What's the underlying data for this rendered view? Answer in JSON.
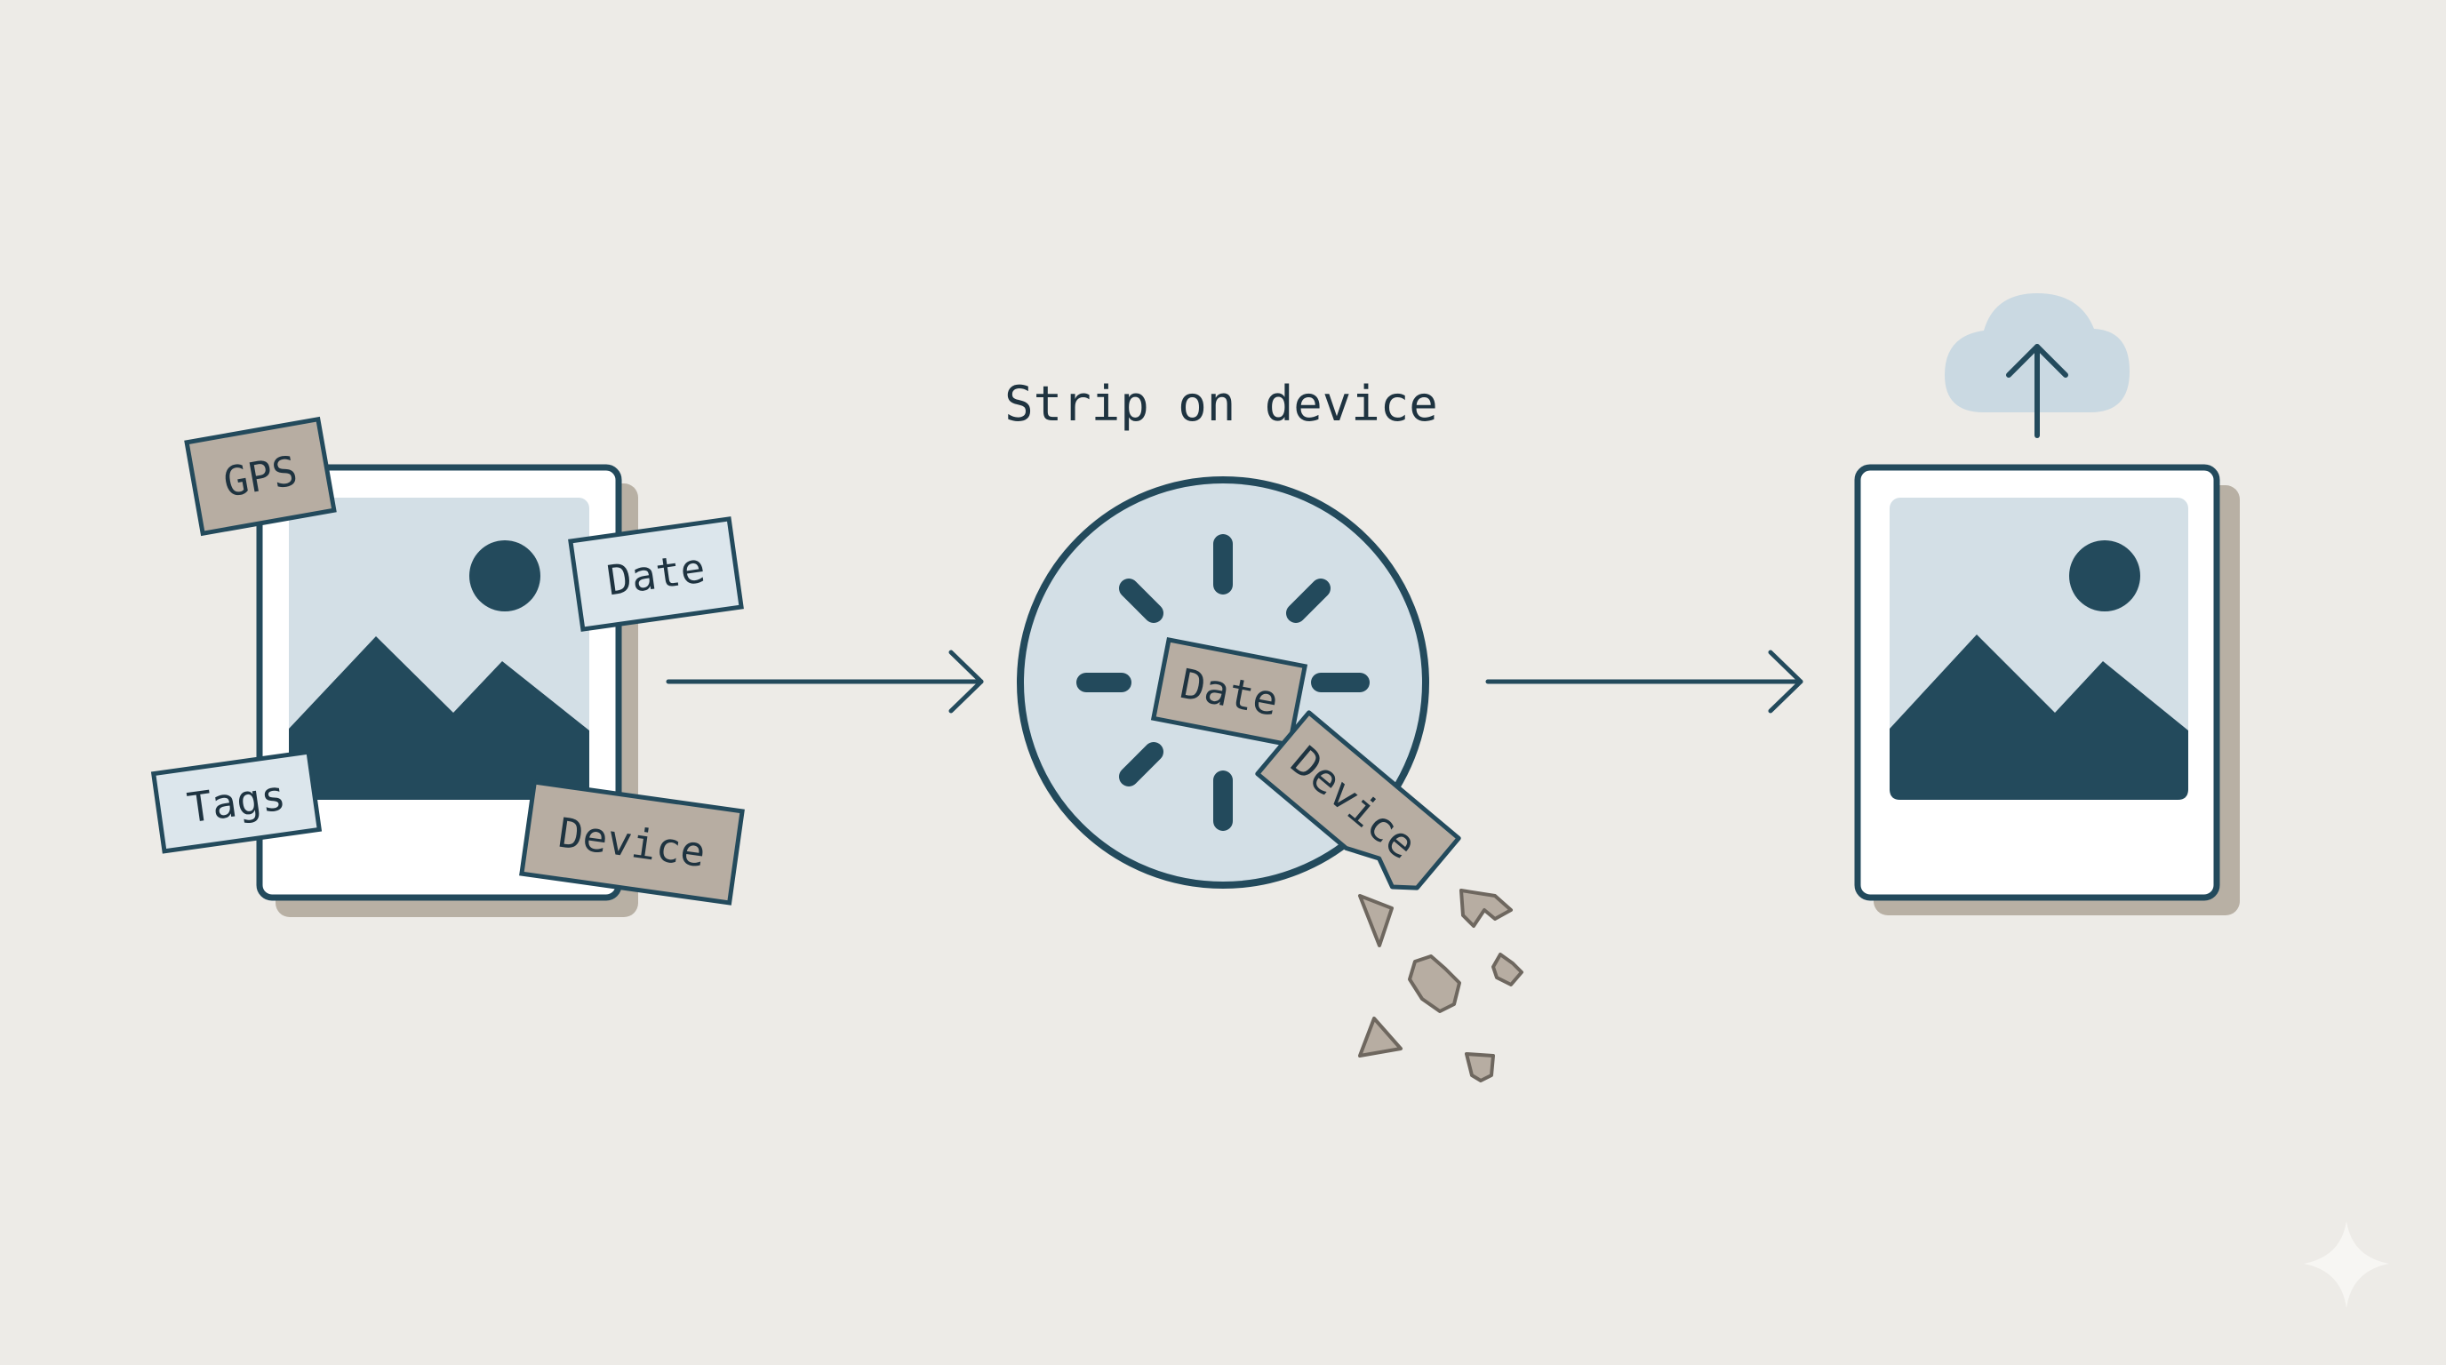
{
  "caption": "Strip on device",
  "tags": {
    "gps": "GPS",
    "date": "Date",
    "tags": "Tags",
    "device": "Device",
    "stripped_date": "Date",
    "stripped_device": "Device"
  },
  "icons": {
    "original_photo": "photo-icon",
    "processor": "processing-spinner-icon",
    "clean_photo": "photo-icon",
    "upload": "cloud-upload-icon",
    "watermark": "sparkle-icon"
  },
  "colors": {
    "background": "#edebe7",
    "ink": "#234a5c",
    "photo_fill": "#d3dfe6",
    "tag_gray": "#b7ada2",
    "tag_blue": "#dce6ec",
    "shadow": "#b8b0a4",
    "cloud": "#cad9e2"
  }
}
